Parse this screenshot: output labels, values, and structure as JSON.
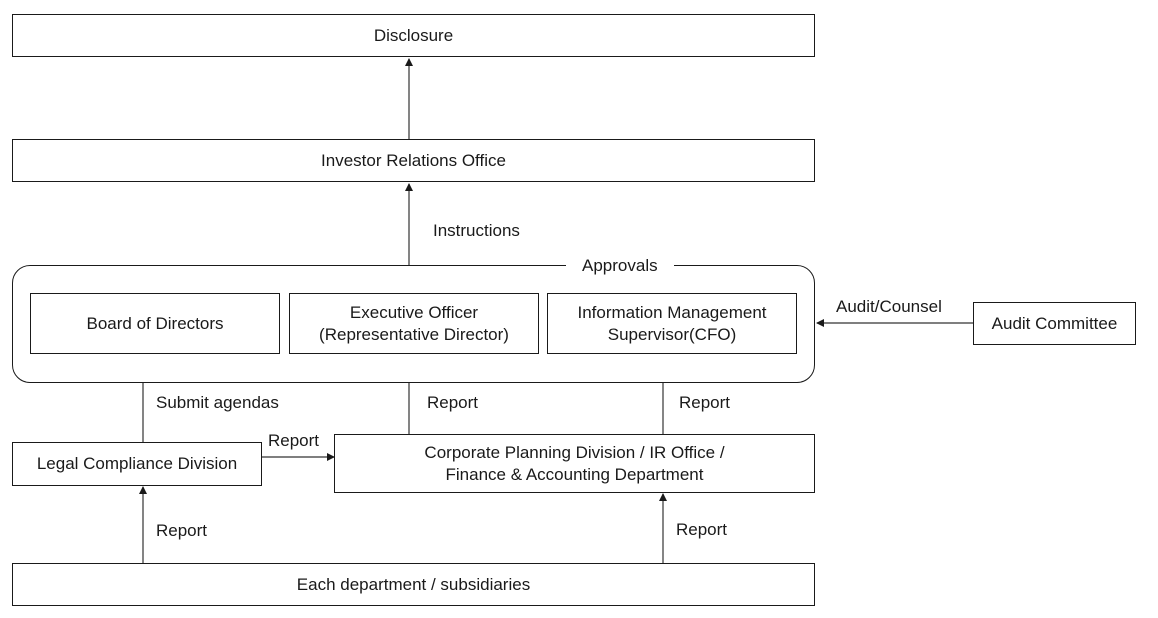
{
  "diagram": {
    "disclosure": "Disclosure",
    "investor_relations_office": "Investor Relations Office",
    "instructions_label": "Instructions",
    "approvals_label": "Approvals",
    "board_of_directors": "Board of Directors",
    "executive_officer": {
      "line1": "Executive Officer",
      "line2": "(Representative Director)"
    },
    "information_management_supervisor": {
      "line1": "Information Management",
      "line2": "Supervisor(CFO)"
    },
    "audit_counsel_label": "Audit/Counsel",
    "audit_committee": "Audit Committee",
    "submit_agendas_label": "Submit agendas",
    "report_exec_label": "Report",
    "report_cfo_label": "Report",
    "report_legal_to_corp_label": "Report",
    "legal_compliance_division": "Legal Compliance Division",
    "corporate_planning": {
      "line1": "Corporate Planning Division / IR Office /",
      "line2": "Finance & Accounting Department"
    },
    "report_dept_to_legal_label": "Report",
    "report_dept_to_corp_label": "Report",
    "each_department": "Each department / subsidiaries"
  }
}
